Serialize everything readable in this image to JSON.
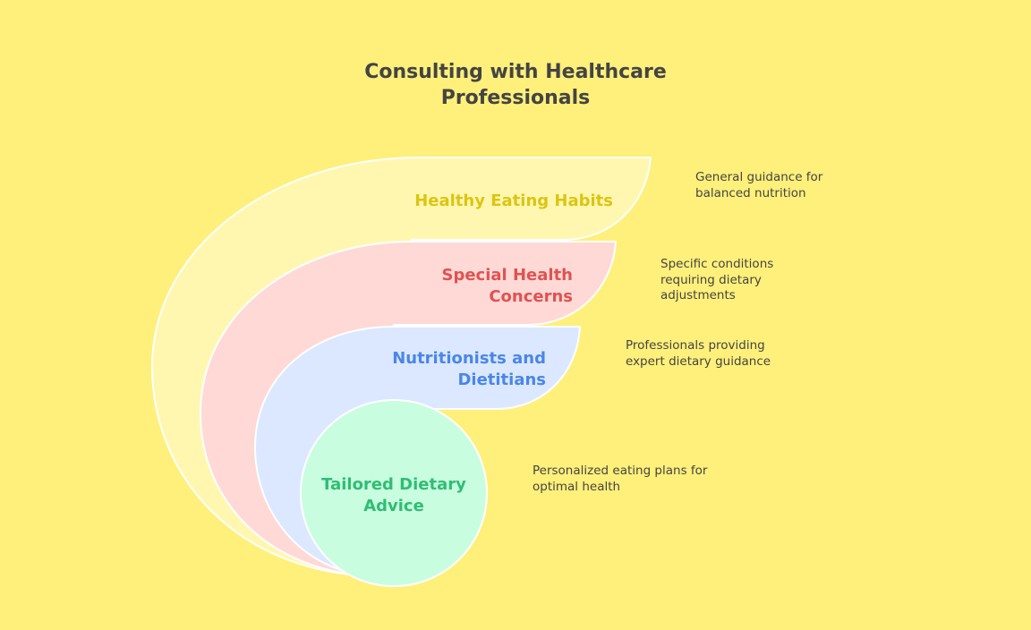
{
  "title": "Consulting with Healthcare Professionals",
  "layers": [
    {
      "label": "Healthy Eating Habits",
      "description": "General guidance for balanced nutrition",
      "fill": "#fff7b0",
      "text_color": "#dcc413"
    },
    {
      "label": "Special Health Concerns",
      "description": "Specific conditions requiring dietary adjustments",
      "fill": "#ffd9d6",
      "text_color": "#e05252"
    },
    {
      "label": "Nutritionists and Dietitians",
      "description": "Professionals providing expert dietary guidance",
      "fill": "#dce8ff",
      "text_color": "#4a86e8"
    },
    {
      "label": "Tailored Dietary Advice",
      "description": "Personalized eating plans for optimal health",
      "fill": "#c9fde0",
      "text_color": "#2fbd74"
    }
  ]
}
